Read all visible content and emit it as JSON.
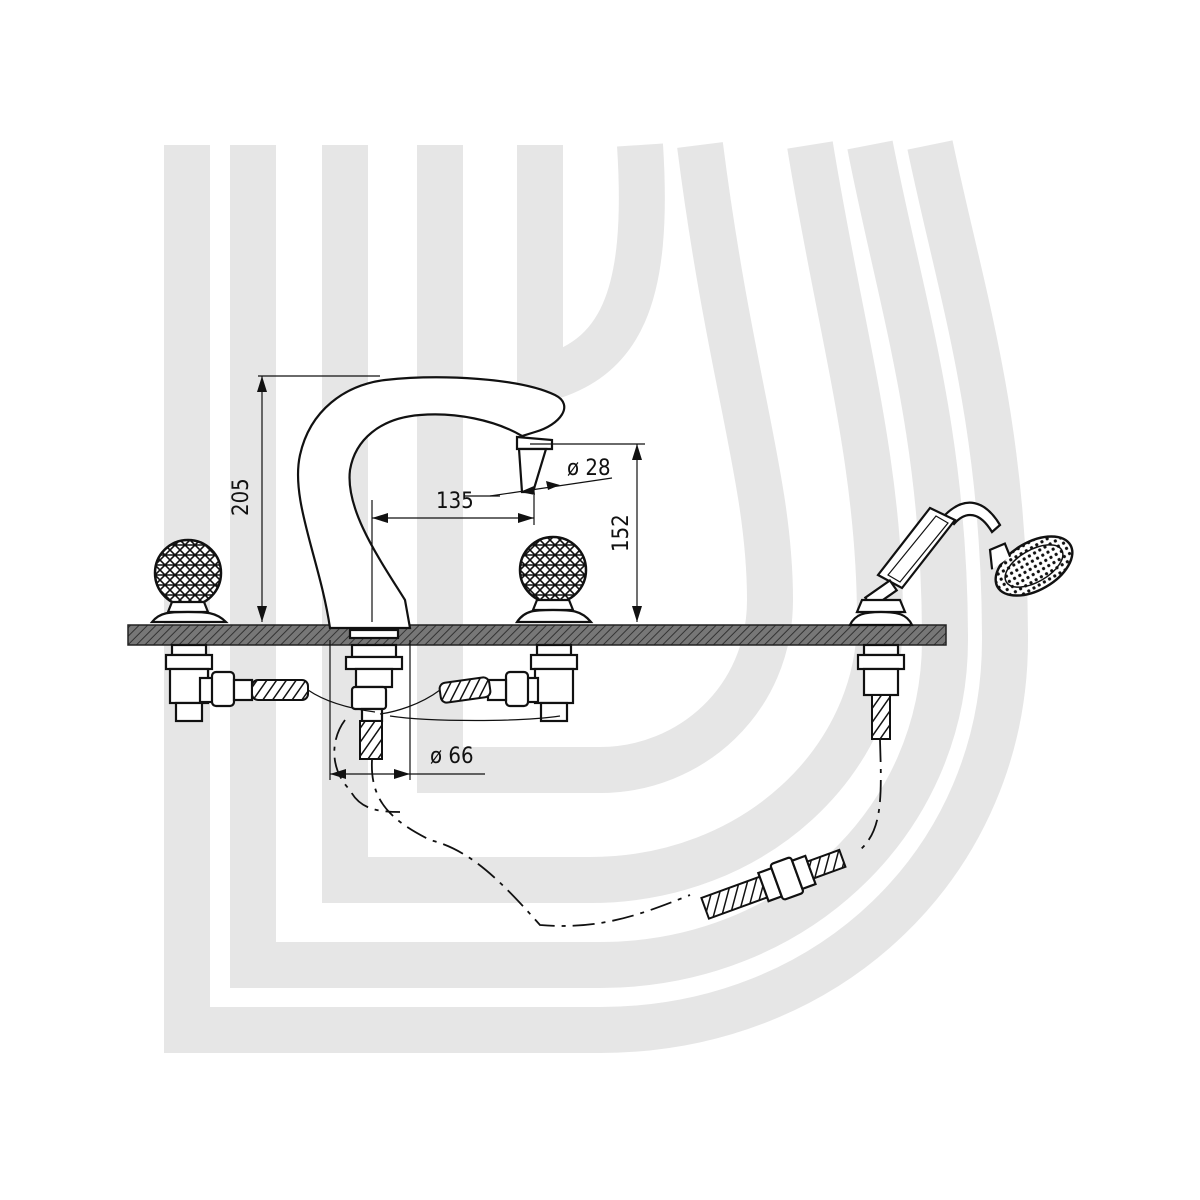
{
  "colors": {
    "watermark": "#e6e6e6",
    "line": "#111111",
    "deck": "#666666"
  },
  "dimensions": {
    "total_height": "205",
    "spout_reach": "135",
    "outlet_diameter": "ø 28",
    "outlet_height": "152",
    "base_diameter": "ø 66"
  }
}
